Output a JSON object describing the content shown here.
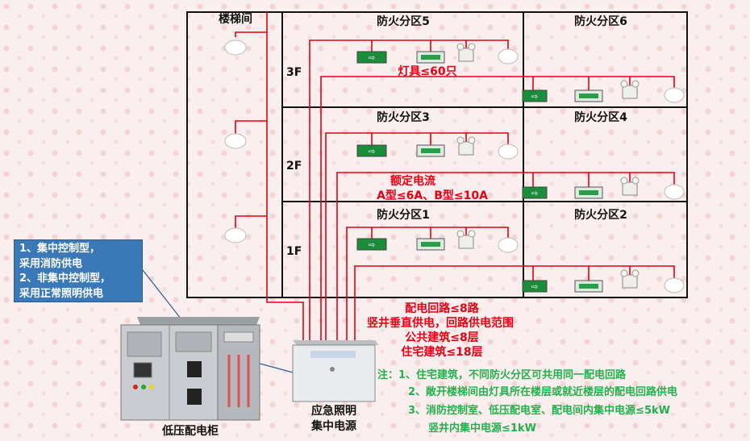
{
  "rooms": {
    "stairwell": "楼梯间",
    "zone5": "防火分区5",
    "zone6": "防火分区6",
    "zone3": "防火分区3",
    "zone4": "防火分区4",
    "zone1": "防火分区1",
    "zone2": "防火分区2"
  },
  "floors": [
    "3F",
    "2F",
    "1F"
  ],
  "red_notes": {
    "lamp_limit": "灯具≤60只",
    "rated_current_title": "额定电流",
    "rated_current_value": "A型≤6A、B型≤10A",
    "circuit_limit": "配电回路≤8路",
    "shaft_supply": "竖井垂直供电，回路供电范围",
    "public_building": "公共建筑≤8层",
    "residential_building": "住宅建筑≤18层"
  },
  "callout": {
    "line1": "1、集中控制型，",
    "line2": "采用消防供电",
    "line3": "2、非集中控制型，",
    "line4": "采用正常照明供电"
  },
  "notes": {
    "line1": "注：1、住宅建筑，不同防火分区可共用同一配电回路",
    "line2": "2、敞开楼梯间由灯具所在楼层或就近楼层的配电回路供电",
    "line3": "3、消防控制室、低压配电室、配电间内集中电源≤5kW",
    "line4": "竖井内集中电源≤1kW"
  },
  "equipment": {
    "cabinet_label": "低压配电柜",
    "power_label_1": "应急照明",
    "power_label_2": "集中电源"
  },
  "colors": {
    "wire": "#e60012",
    "note_green": "#22b14c",
    "callout_blue": "#3a78b8"
  }
}
